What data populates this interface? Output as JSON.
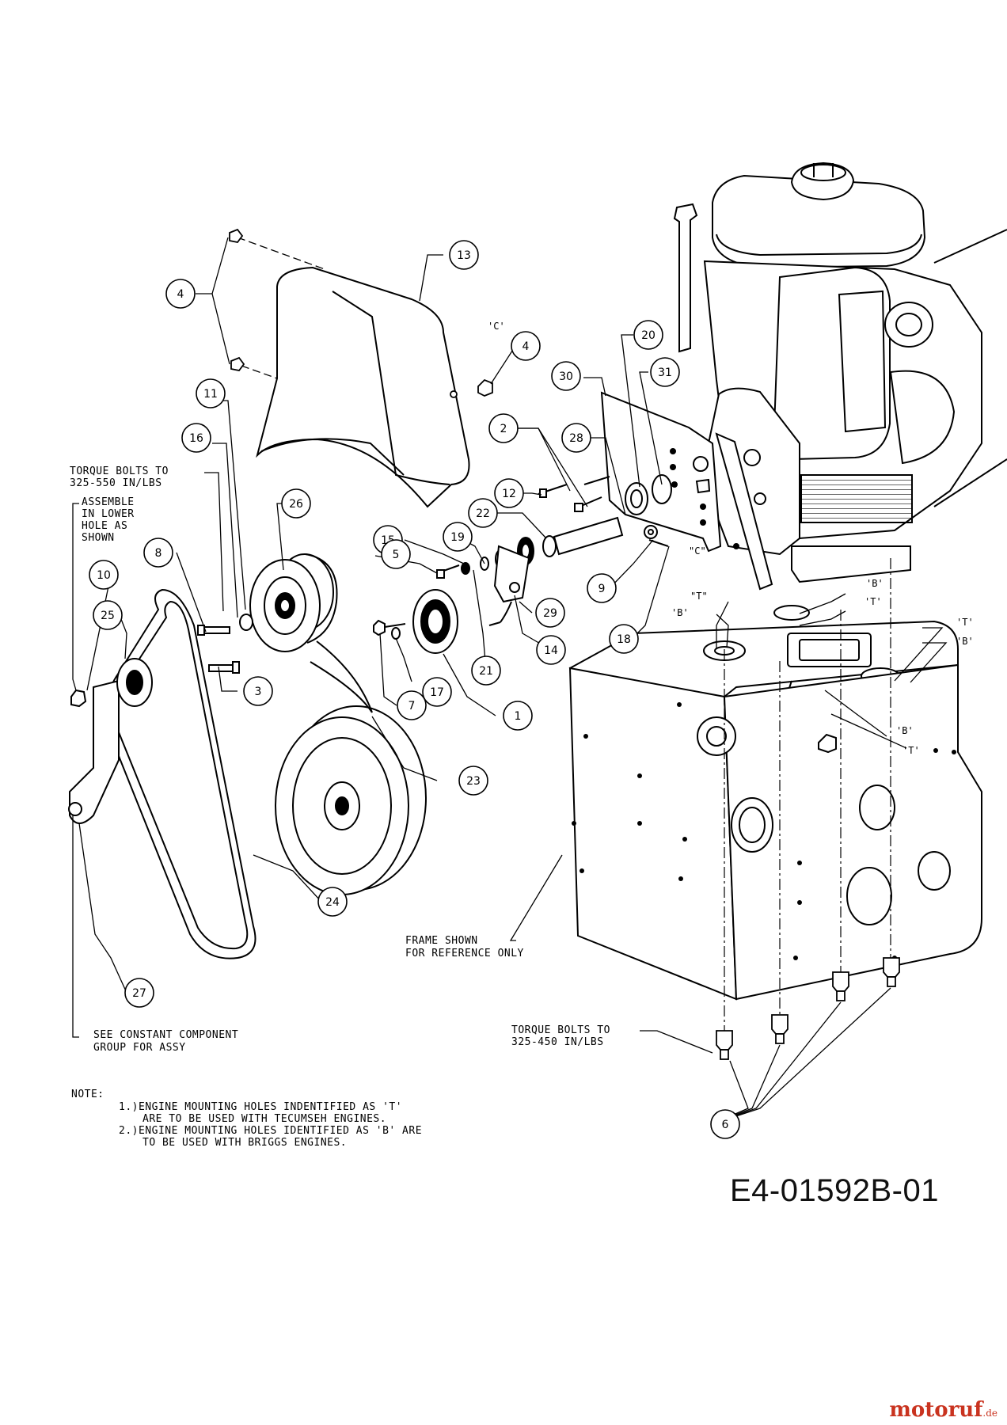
{
  "drawing_id": "E4-01592B-01",
  "watermark": {
    "name": "motoruf",
    "tld": ".de"
  },
  "notes": {
    "torque_upper": [
      "TORQUE BOLTS TO",
      "325-550 IN/LBS"
    ],
    "assemble": [
      "ASSEMBLE",
      "IN LOWER",
      "HOLE AS",
      "SHOWN"
    ],
    "frame": [
      "FRAME SHOWN",
      "FOR REFERENCE ONLY"
    ],
    "torque_lower": [
      "TORQUE BOLTS TO",
      "325-450 IN/LBS"
    ],
    "constant": [
      "SEE CONSTANT COMPONENT",
      "GROUP FOR ASSY"
    ],
    "footnote": [
      "NOTE:",
      "1.)ENGINE MOUNTING HOLES INDENTIFIED AS 'T'",
      "ARE TO BE USED WITH TECUMSEH ENGINES.",
      "2.)ENGINE MOUNTING HOLES IDENTIFIED AS 'B' ARE",
      "TO BE USED WITH BRIGGS ENGINES."
    ]
  },
  "ref_marks": [
    "'C'",
    "\"C\"",
    "'B'",
    "'T'",
    "'T'",
    "'B'",
    "\"T\"",
    "'B'",
    "'B'",
    "'T'"
  ],
  "callouts": [
    "4",
    "13",
    "4",
    "11",
    "16",
    "26",
    "20",
    "31",
    "30",
    "2",
    "28",
    "12",
    "22",
    "19",
    "15",
    "5",
    "8",
    "10",
    "25",
    "3",
    "9",
    "29",
    "14",
    "21",
    "17",
    "1",
    "7",
    "18",
    "23",
    "24",
    "27",
    "6"
  ]
}
